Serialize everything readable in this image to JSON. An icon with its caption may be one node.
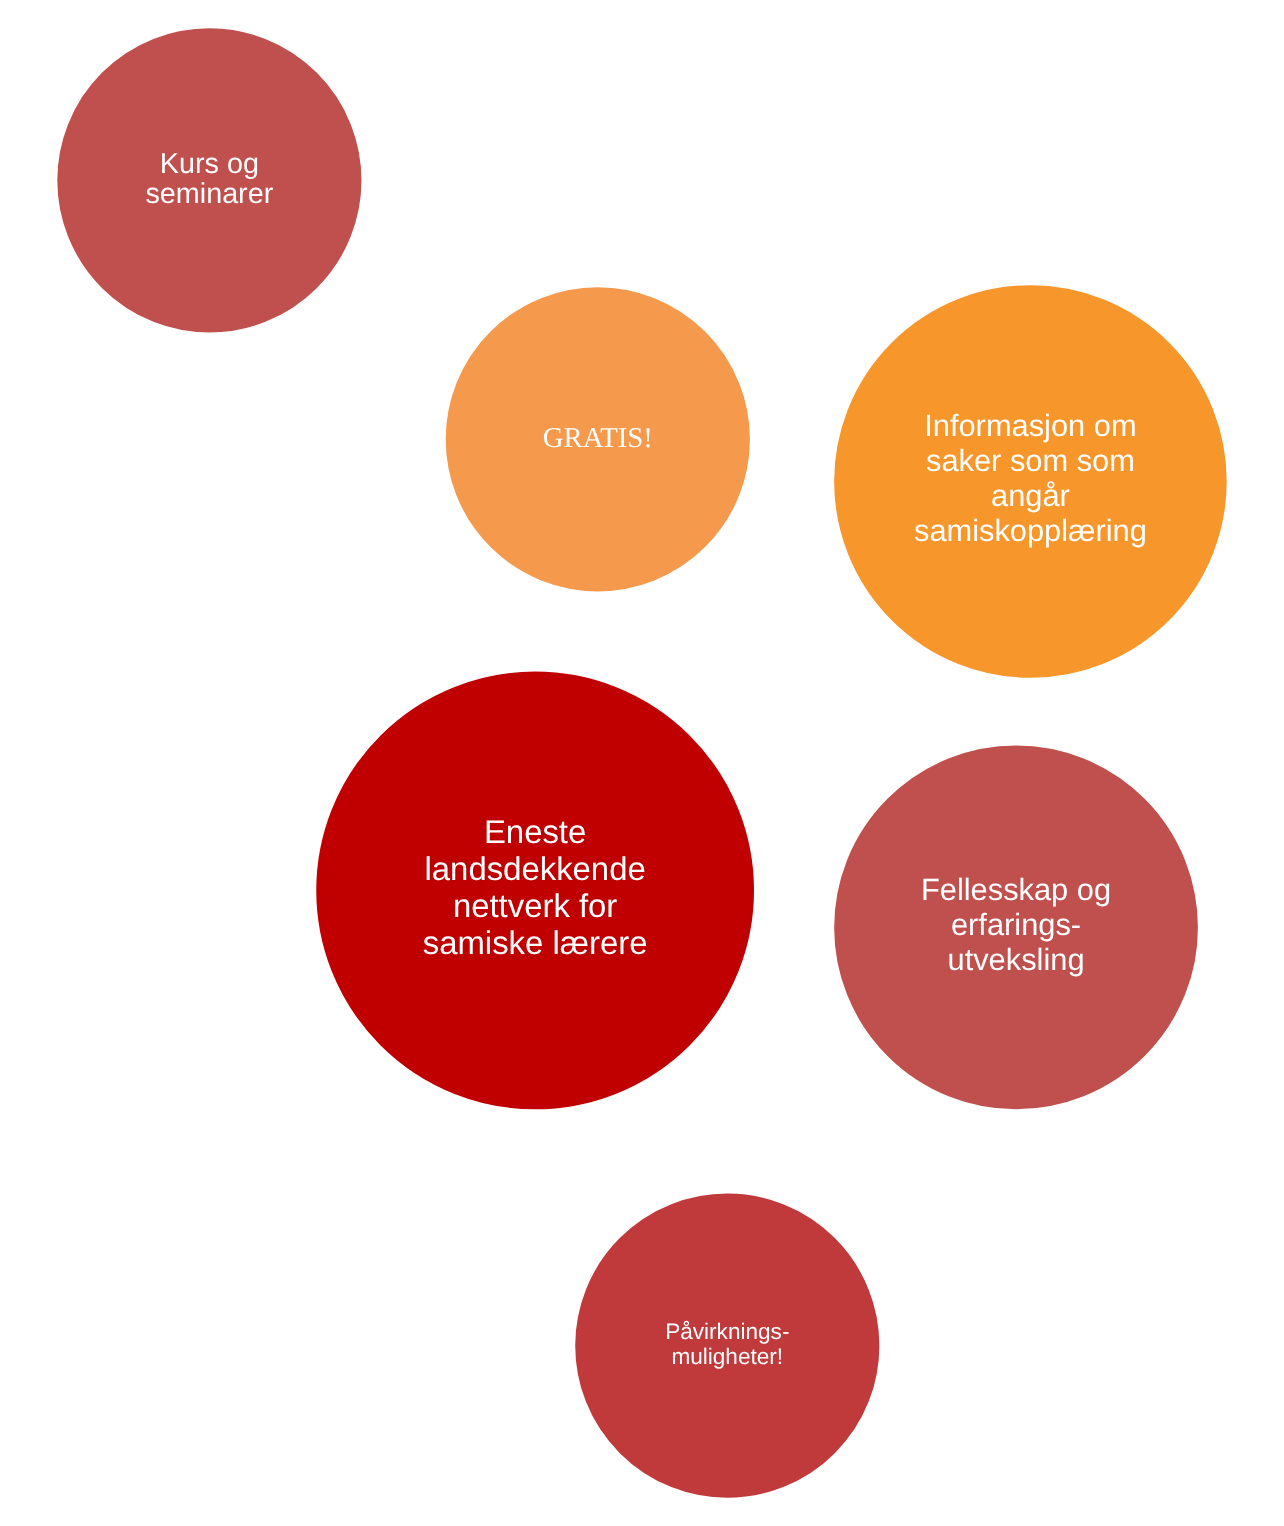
{
  "diagram": {
    "nodes": [
      {
        "text": [
          "GRATIS!"
        ]
      },
      {
        "text": [
          "Kurs og seminarer"
        ]
      },
      {
        "text": [
          "Påvirknings- muligheter!"
        ]
      },
      {
        "text": [
          "Eneste landsdekkende nettverk for samiske lærere"
        ]
      },
      {
        "text": [
          "Fellesskap og erfarings- utveksling"
        ]
      },
      {
        "text": [
          "Informasjon om saker som som angår samiskopplæring"
        ]
      }
    ]
  }
}
